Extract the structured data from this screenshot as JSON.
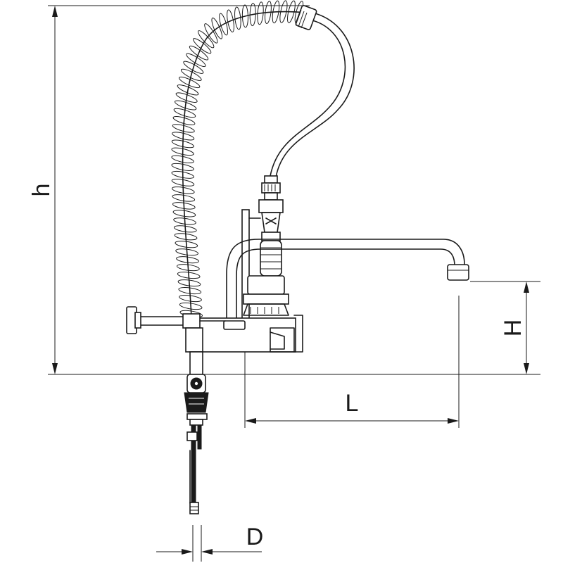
{
  "dimensions": {
    "h": "h",
    "H": "H",
    "L": "L",
    "D": "D"
  },
  "colors": {
    "line": "#1a1a1a",
    "background": "#ffffff"
  }
}
